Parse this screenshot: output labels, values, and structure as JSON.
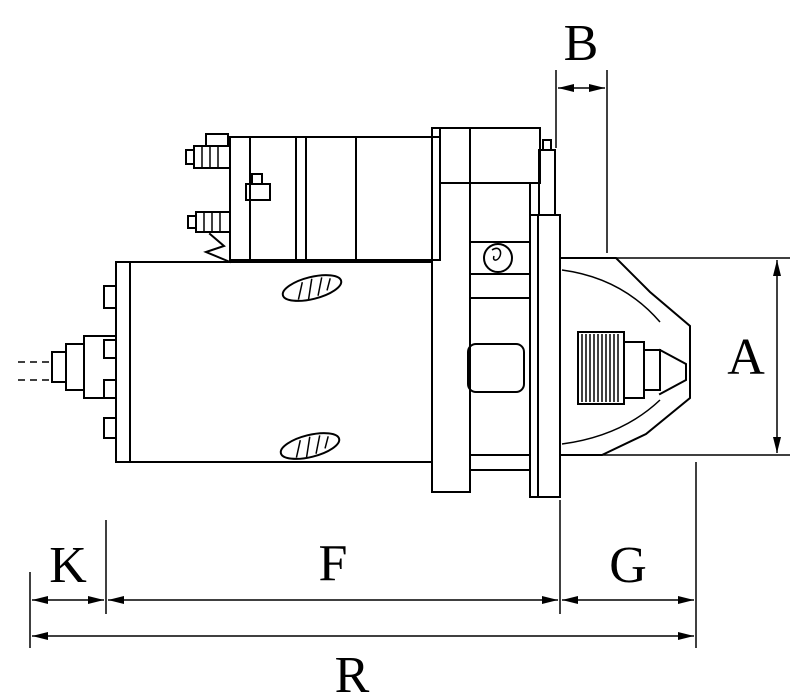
{
  "drawing": {
    "subject": "starter-motor-side-view-dimension-drawing",
    "background_color": "#ffffff",
    "line_color": "#000000"
  },
  "dimensions": {
    "b": "B",
    "a": "A",
    "k": "K",
    "f": "F",
    "g": "G",
    "r": "R"
  }
}
